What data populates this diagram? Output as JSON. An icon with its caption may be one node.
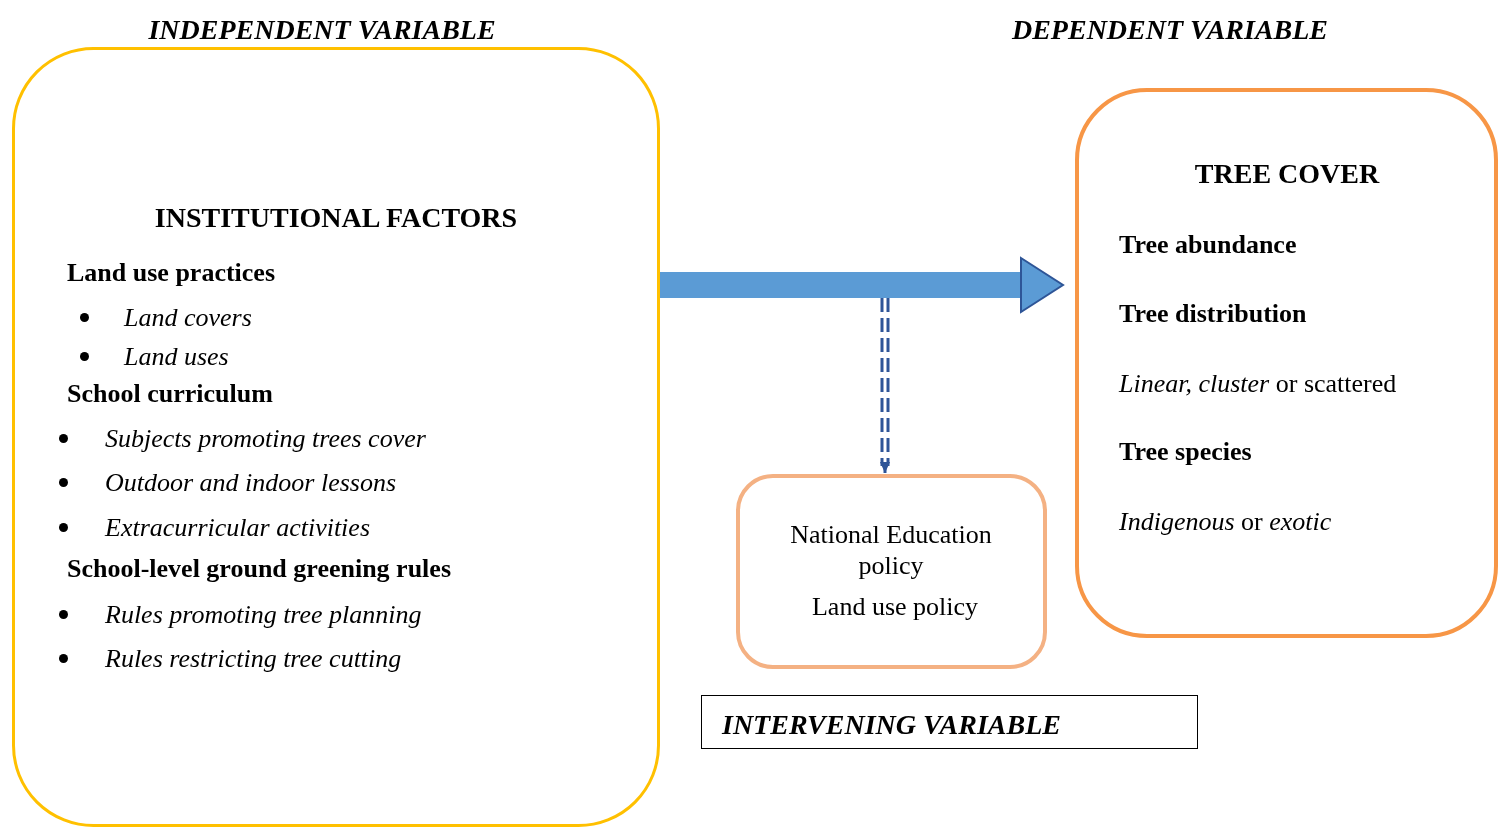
{
  "diagram": {
    "nodes": [
      {
        "text": [
          "INDEPENDENT VARIABLE",
          "INSTITUTIONAL FACTORS",
          "Land use practices",
          "Land covers",
          "Land uses",
          "School curriculum",
          "Subjects promoting trees cover",
          "Outdoor and indoor lessons",
          "Extracurricular activities",
          "School-level ground greening rules",
          "Rules promoting tree planning",
          "Rules restricting tree cutting"
        ]
      },
      {
        "text": [
          "DEPENDENT VARIABLE",
          "TREE COVER",
          "Tree abundance",
          "Tree distribution",
          "*Linear, cluster* or scattered",
          "Tree species",
          "*Indigenous* or *exotic*"
        ]
      },
      {
        "text": [
          "National Education policy",
          "Land use policy"
        ]
      },
      {
        "text": [
          "INTERVENING VARIABLE"
        ]
      }
    ],
    "edges": [
      {
        "from": 0,
        "to": 1,
        "arrow": "to",
        "style": "thick",
        "color": "#5b9bd5"
      },
      {
        "from": null,
        "to": 2,
        "arrow": "to",
        "style": "dashed",
        "color": "#2f5597"
      }
    ]
  }
}
